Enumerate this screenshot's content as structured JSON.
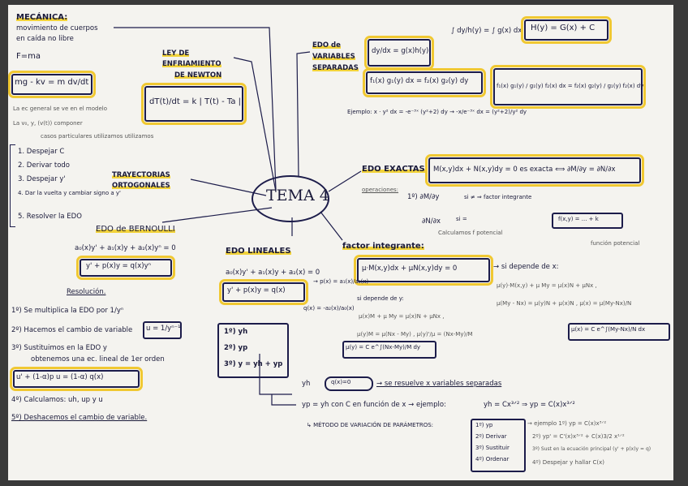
{
  "center": {
    "title": "TEMA 4"
  },
  "mecanica": {
    "title": "MECÁNICA:",
    "sub1": "movimiento de cuerpos",
    "sub2": "en caída no libre",
    "f1": "F=ma",
    "f2": "mg - kv = m dv/dt",
    "note1": "La ec general se ve en el modelo",
    "note2": "La v₀, y, (v(t)) componer",
    "note3": "casos particulares utilizamos utilizamos"
  },
  "newton": {
    "t1": "LEY DE",
    "t2": "ENFRIAMIENTO",
    "t3": "DE NEWTON",
    "formula": "dT(t)/dt = k | T(t) - Ta |"
  },
  "trayectorias": {
    "title1": "TRAYECTORIAS",
    "title2": "ORTOGONALES",
    "steps": [
      "1. Despejar C",
      "2. Derivar todo",
      "3. Despejar y'",
      "4. Dar la vuelta y cambiar signo a y'",
      "5. Resolver la EDO"
    ]
  },
  "bernoulli": {
    "title": "EDO de BERNOULLI",
    "eq1": "a₀(x)y' + a₁(x)y + a₂(x)yⁿ = 0",
    "eq2": "y' + p(x)y = q(x)yⁿ",
    "res_title": "Resolución.",
    "r1": "1º) Se multiplica la EDO por 1/yⁿ",
    "r2a": "2º) Hacemos el cambio de variable",
    "r2b": "u = 1/yⁿ⁻¹",
    "r3a": "3º) Sustituimos en la EDO y",
    "r3b": "obtenemos una ec. lineal de 1er orden",
    "r3c": "u' + (1-α)p u = (1-α) q(x)",
    "r4": "4º) Calculamos: uh, up y u",
    "r5": "5º) Deshacemos el cambio de variable."
  },
  "separadas": {
    "t1": "EDO de",
    "t2": "VARIABLES",
    "t3": "SEPARADAS",
    "f1": "dy/dx = g(x)h(y)",
    "f2": "∫ dy/h(y) = ∫ g(x) dx",
    "f3": "H(y) = G(x) + C",
    "f4": "f₁(x) g₁(y) dx = f₂(x) g₂(y) dy",
    "f5": "f₁(x) g₁(y) / g₁(y) f₂(x) dx = f₂(x) g₂(y) / g₁(y) f₂(x) dy",
    "ej": "Ejemplo: x · y² dx = -e⁻³ˣ (y²+2) dy  →  -x/e⁻³ˣ dx = (y²+2)/y² dy"
  },
  "exactas": {
    "title": "EDO EXACTAS",
    "f1": "M(x,y)dx + N(x,y)dy = 0  es exacta ⟺ ∂M/∂y = ∂N/∂x",
    "op": "operaciones:",
    "s1": "1º) ∂M/∂y",
    "s2": "∂N/∂x",
    "fi": "si ≠ ⇒ factor integrante",
    "si": "si =",
    "calc": "Calculamos f potencial",
    "res": "f(x,y) = ... + k",
    "fp": "función potencial"
  },
  "factor": {
    "title": "factor integrante:",
    "f1": "μ·M(x,y)dx + μN(x,y)dy = 0",
    "sx": "→ si depende de x:",
    "x1": "μ(y)·M(x,y) + μ My = μ(x)N + μNx ,",
    "x2": "μ(My - Nx) = μ(y)N + μ(x)N ,  μ(x) = μ(My-Nx)/N",
    "x3": "μ(x) = C e^∫(My-Nx)/N dx",
    "sy": "si depende de y:",
    "y1": "μ(x)M + μ My = μ(x)N + μNx ,",
    "y2": "μ(y)M = μ(Nx - My) ,  μ(y)'/μ = (Nx-My)/M",
    "y3": "μ(y) = C e^∫(Nx-My)/M dy"
  },
  "lineales": {
    "title": "EDO LINEALES",
    "eq1": "a₀(x)y' + a₁(x)y + a₂(x) = 0",
    "px": "→ p(x) = a₁(x)/a₀(x)",
    "eq2": "y' + p(x)y = q(x)",
    "qx": "q(x) = -a₂(x)/a₀(x)",
    "steps": [
      "1º) yh",
      "2º) yp",
      "3º) y = yh + yp"
    ],
    "yh": "yh",
    "yh_cond": "q(x)=0",
    "yh_res": "→ se resuelve x variables separadas",
    "yp": "yp = yh con C en función de x → ejemplo:",
    "yp_ex": "yh = Cx³ᐟ² ⇒ yp = C(x)x³ᐟ²",
    "metodo": "↳ MÉTODO DE VARIACIÓN DE PARÁMETROS:",
    "m_steps": [
      "1º) yp",
      "2º) Derivar",
      "3º) Sustituir",
      "4º) Ordenar"
    ],
    "m_ej": [
      "→ ejemplo  1º) yp = C(x)x³ᐟ²",
      "2º) yp' = C'(x)x³ᐟ² + C(x)3/2 x¹ᐟ²",
      "3º) Sust en la ecuación principal (y' + p(x)y = q)",
      "4º) Despejar y hallar C(x)"
    ]
  }
}
